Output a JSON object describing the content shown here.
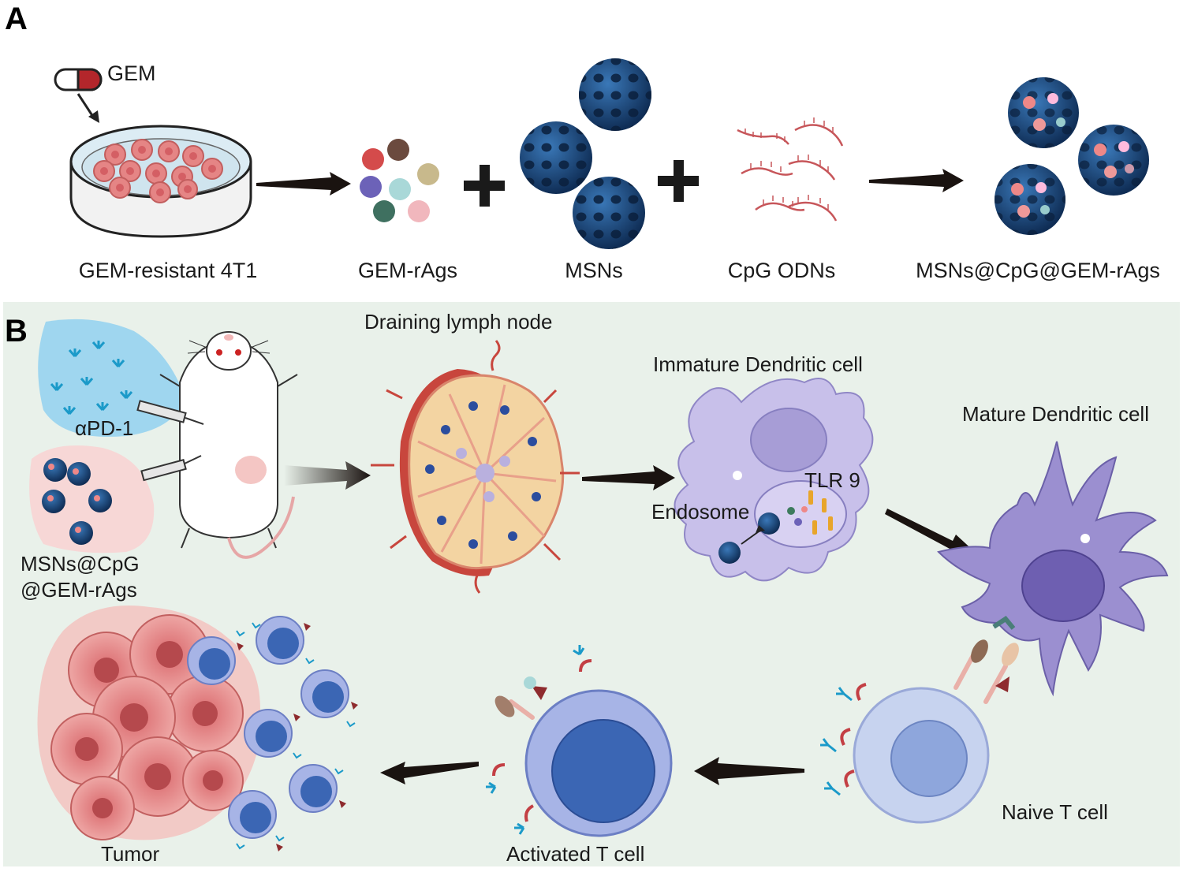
{
  "panel_a": {
    "letter": "A",
    "drug_label": "GEM",
    "steps": [
      "GEM-resistant 4T1",
      "GEM-rAgs",
      "MSNs",
      "CpG ODNs",
      "MSNs@CpG@GEM-rAgs"
    ]
  },
  "panel_b": {
    "letter": "B",
    "antibody_label": "αPD-1",
    "vaccine_label_line1": "MSNs@CpG",
    "vaccine_label_line2": "@GEM-rAgs",
    "lymph_node_label": "Draining lymph node",
    "immature_dc_label": "Immature Dendritic cell",
    "mature_dc_label": "Mature Dendritic cell",
    "tlr_label": "TLR 9",
    "endosome_label": "Endosome",
    "naive_t_label": "Naive T cell",
    "activated_t_label": "Activated T cell",
    "tumor_label": "Tumor"
  },
  "colors": {
    "panel_b_background": "#e9f1ea",
    "nanoparticle": "#1f4f86",
    "tumor": "#e58a8a",
    "dendritic_cell": "#9b8fd0",
    "t_cell": "#8ea6dc",
    "arrow": "#1a1310"
  }
}
